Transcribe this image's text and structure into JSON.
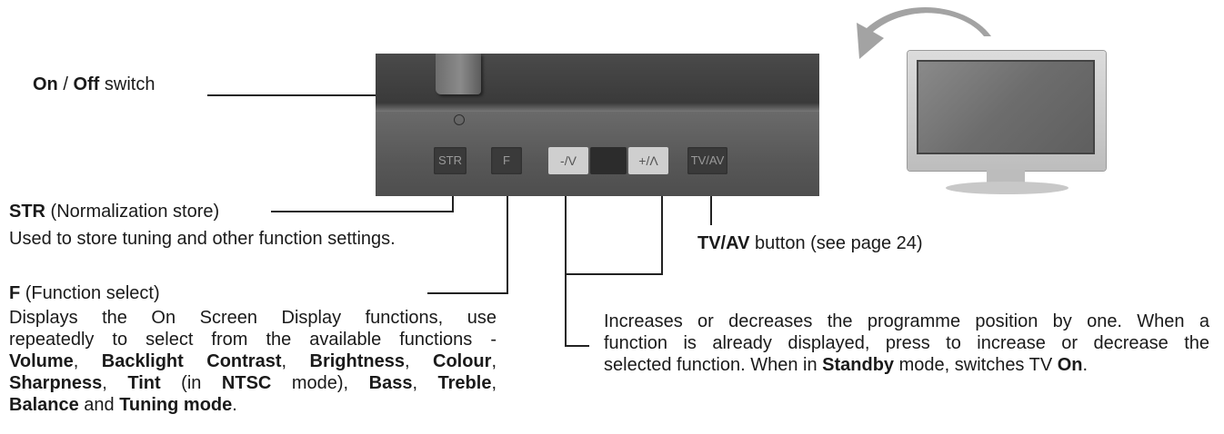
{
  "panel": {
    "buttons": {
      "str": "STR",
      "f": "F",
      "minus_v": "-/V",
      "plus_a": "+/Λ",
      "tv_av": "TV/AV"
    }
  },
  "labels": {
    "onoff": {
      "on": "On",
      "sep": " / ",
      "off": "Off",
      "rest": " switch"
    },
    "str": {
      "bold": "STR",
      "rest": " (Normalization store)",
      "desc": "Used to store tuning and other function settings."
    },
    "f": {
      "bold": "F",
      "rest": " (Function select)",
      "line1": "Displays the On Screen Display functions, use",
      "line2": "repeatedly to select from the available functions -",
      "items": [
        "Volume",
        "Backlight",
        "Contrast",
        "Brightness",
        "Colour",
        "Sharpness",
        "Tint",
        "NTSC",
        "Bass",
        "Treble",
        "Balance",
        "Tuning mode"
      ],
      "connectors": [
        ", ",
        " ",
        ", ",
        ", ",
        ",",
        ", ",
        " (in ",
        " mode), ",
        ", ",
        ",",
        " and ",
        "."
      ]
    },
    "tvav": {
      "bold": "TV/AV",
      "rest": " button (see page 24)"
    },
    "updown": {
      "line1": "Increases or decreases the programme position by one. When a",
      "line2": "function is already displayed, press to increase or decrease the",
      "line3a": "selected function. When in ",
      "standby": "Standby",
      "line3b": " mode, switches TV ",
      "on": "On",
      "line3c": "."
    }
  },
  "colors": {
    "panel": "#5a5a5a",
    "text": "#1a1a1a",
    "leader": "#222222",
    "arrow": "#9a9a9a"
  }
}
